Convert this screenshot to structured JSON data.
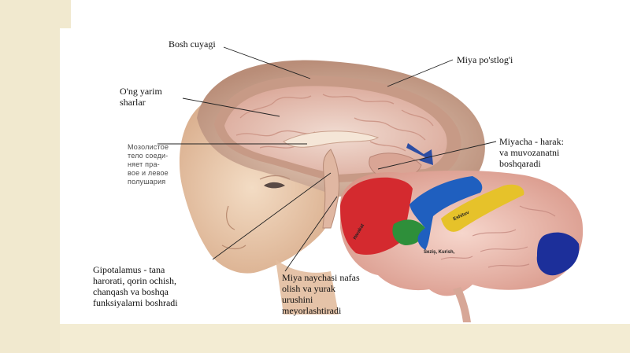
{
  "labels": {
    "bosh_cuyagi": "Bosh cuyagi",
    "miya_postlogi": "Miya po'stlog'i",
    "ong_yarim": "O'ng yarim\nsharlar",
    "miyacha": "Miyacha - harak:\nva muvozanatni\nboshqaradi",
    "gipotalamus": "Gipotalamus - tana\nharorati, qorin ochish,\nchanqash va boshqa\nfunksiyalarni boshradi",
    "miya_naychasi": "Miya naychasi nafas\nolish va yurak\nurushini\nmeyorlashtiradi"
  },
  "russian_note": "Мозолистое\nтело соеди-\nняет пра-\nвое и левое\nполушария",
  "lobe_labels": {
    "yellow": "Eshituv",
    "orange": "Seziş, Kurish,",
    "red": "Harakat"
  },
  "colors": {
    "background": "#f3ecd3",
    "slide": "#ffffff",
    "lobe_red": "#d42a2f",
    "lobe_blue": "#1f5fbf",
    "lobe_yellow": "#e6c22a",
    "lobe_green": "#2e8f3a",
    "lobe_darkblue": "#1c2f9a",
    "skin": "#e8c6a6",
    "brain_pink": "#e9b9ad"
  }
}
